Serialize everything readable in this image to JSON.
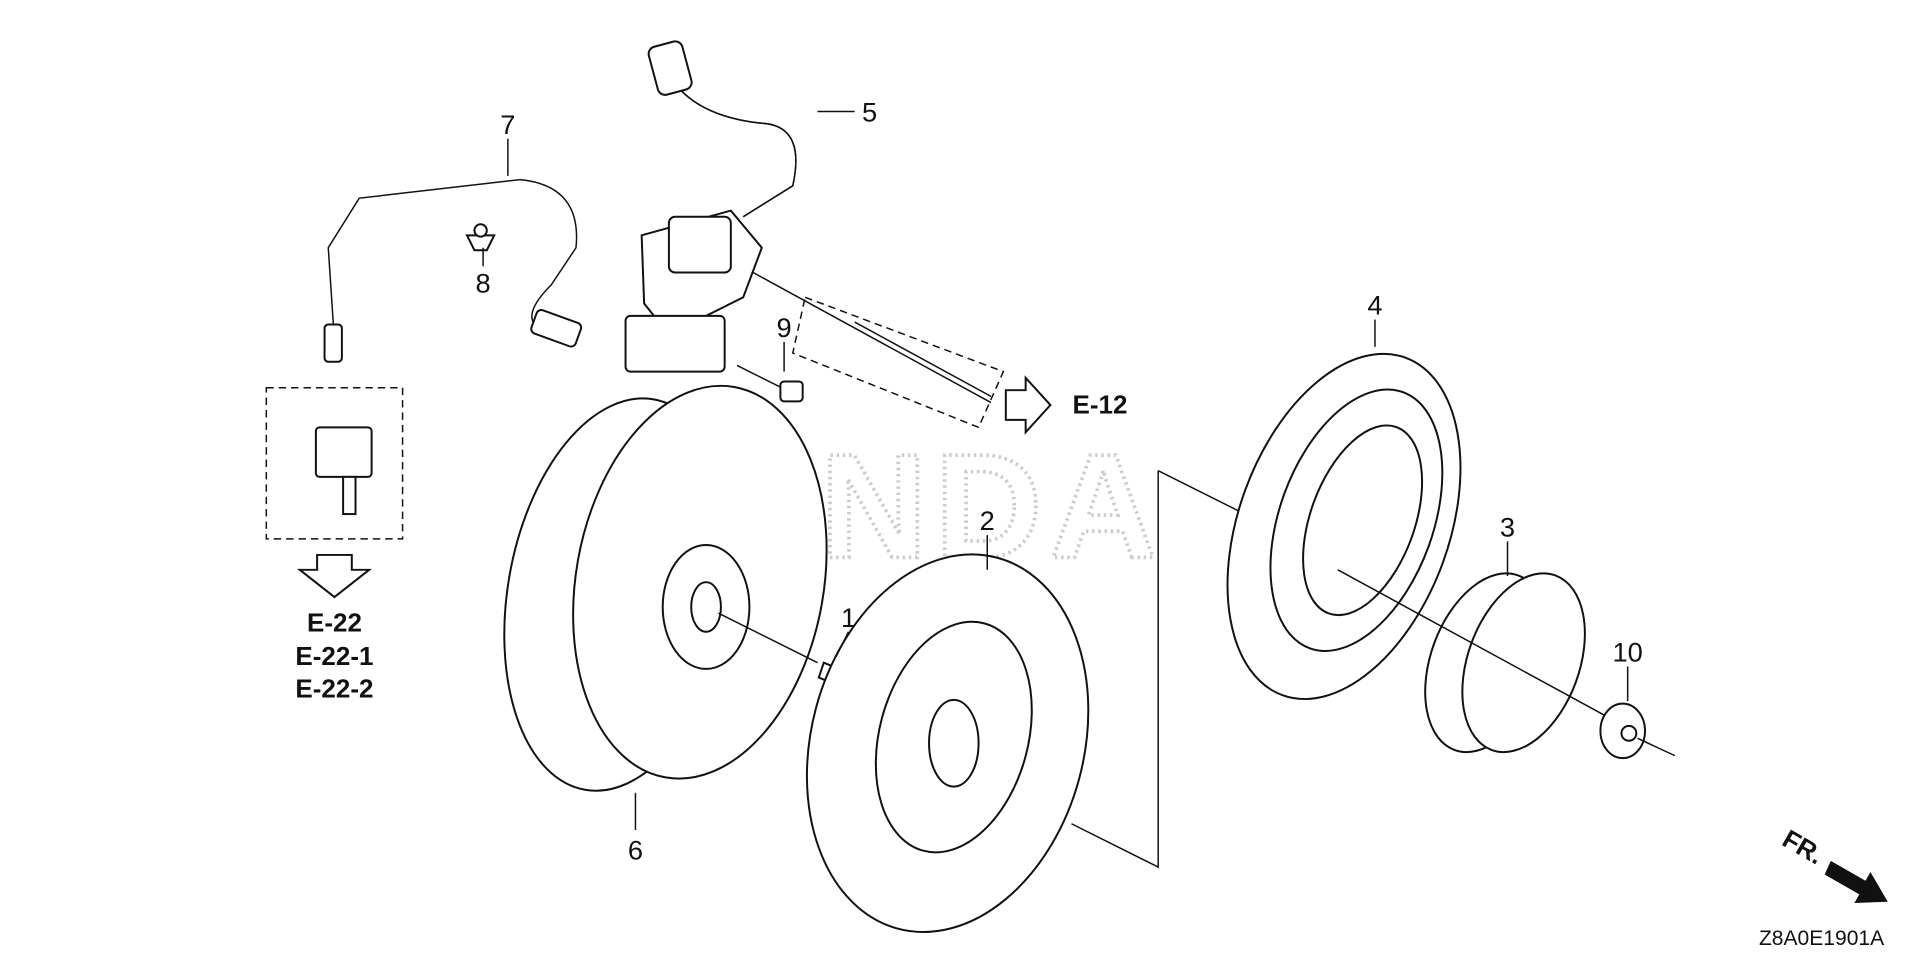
{
  "diagram": {
    "watermark": "HONDA",
    "callouts": {
      "c1": "1",
      "c2": "2",
      "c3": "3",
      "c4": "4",
      "c5": "5",
      "c6": "6",
      "c7": "7",
      "c8": "8",
      "c9": "9",
      "c10": "10"
    },
    "references": {
      "e12": "E-12",
      "e22": "E-22",
      "e22_1": "E-22-1",
      "e22_2": "E-22-2"
    },
    "direction_label": "FR.",
    "diagram_code": "Z8A0E1901A"
  }
}
